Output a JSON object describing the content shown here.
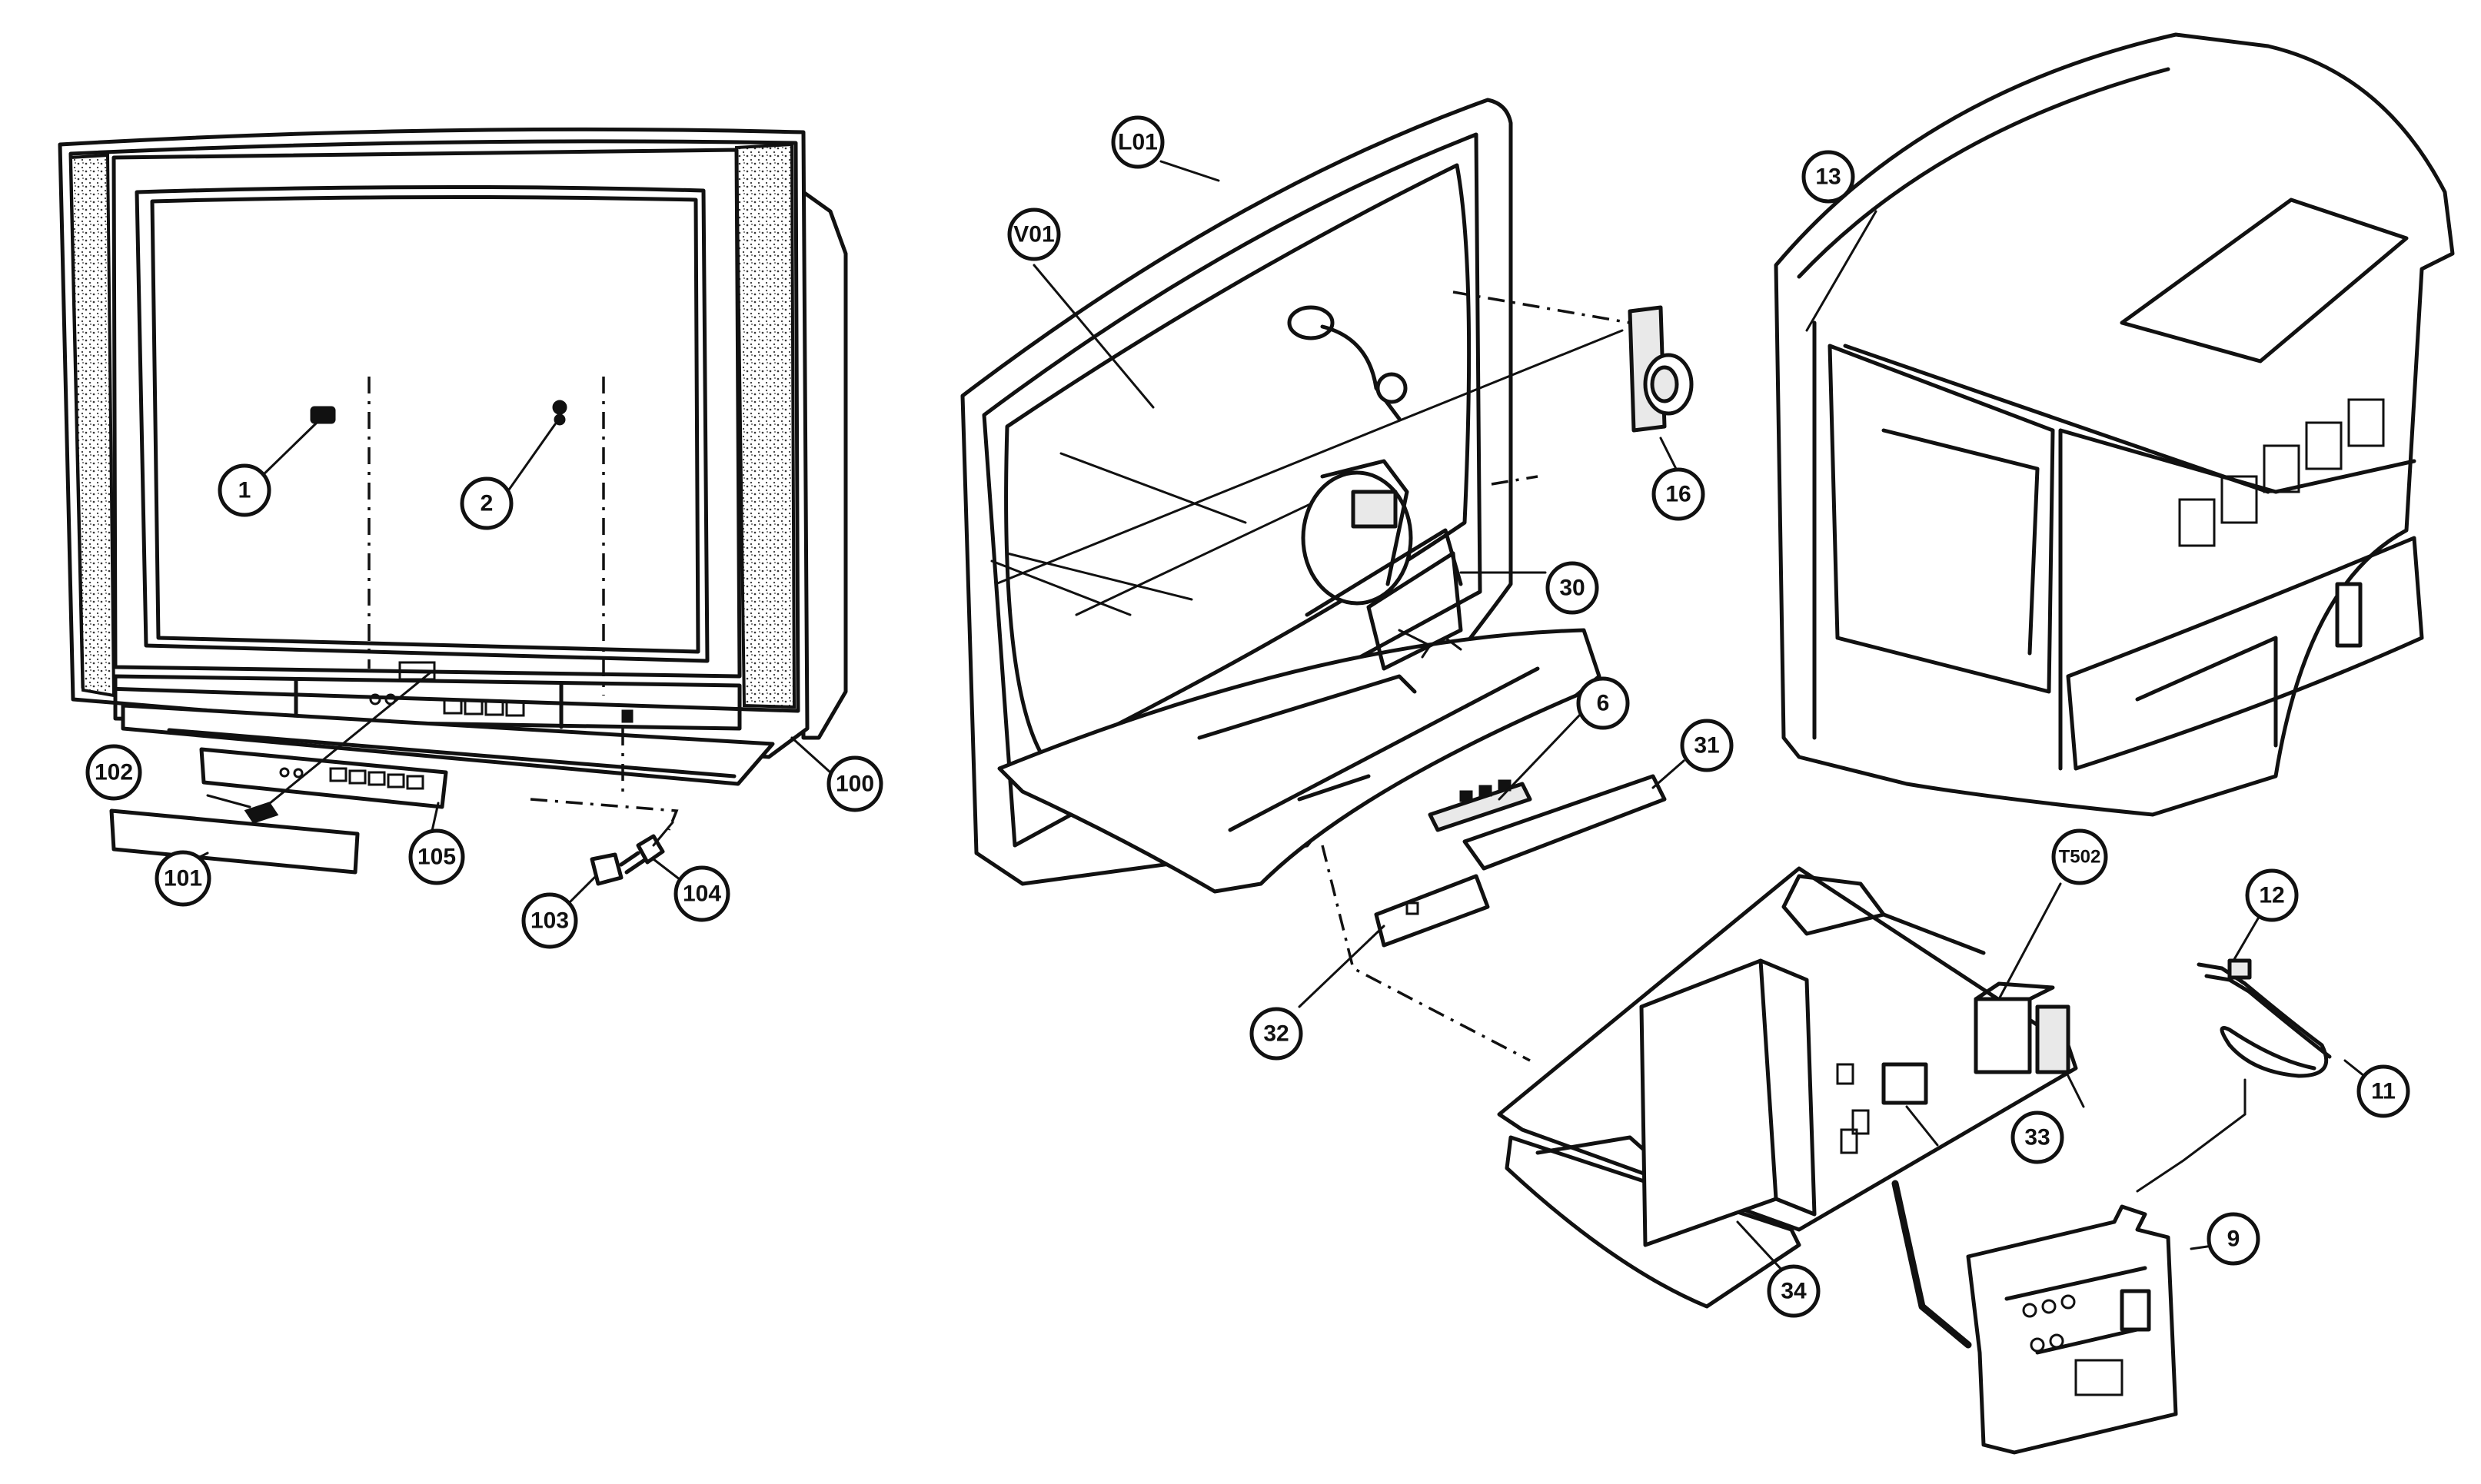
{
  "callouts": [
    {
      "id": "c-1",
      "label": "1"
    },
    {
      "id": "c-2",
      "label": "2"
    },
    {
      "id": "c-100",
      "label": "100"
    },
    {
      "id": "c-101",
      "label": "101"
    },
    {
      "id": "c-102",
      "label": "102"
    },
    {
      "id": "c-103",
      "label": "103"
    },
    {
      "id": "c-104",
      "label": "104"
    },
    {
      "id": "c-105",
      "label": "105"
    },
    {
      "id": "c-L01",
      "label": "L01"
    },
    {
      "id": "c-V01",
      "label": "V01"
    },
    {
      "id": "c-16",
      "label": "16"
    },
    {
      "id": "c-30",
      "label": "30"
    },
    {
      "id": "c-6",
      "label": "6"
    },
    {
      "id": "c-31",
      "label": "31"
    },
    {
      "id": "c-32",
      "label": "32"
    },
    {
      "id": "c-13",
      "label": "13"
    },
    {
      "id": "c-T502",
      "label": "T502"
    },
    {
      "id": "c-12",
      "label": "12"
    },
    {
      "id": "c-11",
      "label": "11"
    },
    {
      "id": "c-33",
      "label": "33"
    },
    {
      "id": "c-34",
      "label": "34"
    },
    {
      "id": "c-9",
      "label": "9"
    }
  ]
}
